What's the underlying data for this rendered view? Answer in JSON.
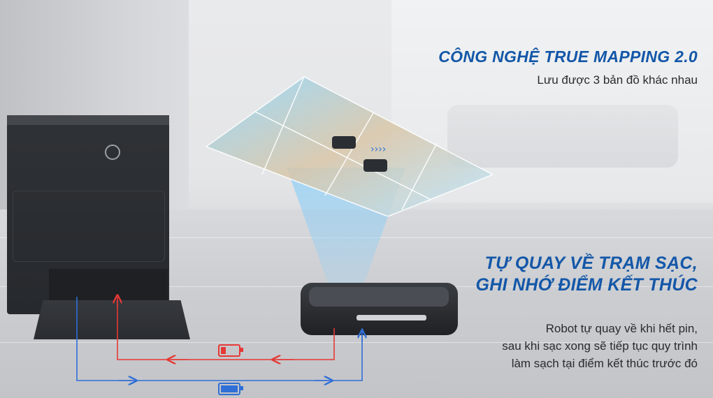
{
  "feature_1": {
    "title": "CÔNG NGHỆ TRUE MAPPING 2.0",
    "subtitle": "Lưu được 3 bản đồ khác nhau"
  },
  "feature_2": {
    "title_line_1": "TỰ QUAY VỀ TRẠM SẠC,",
    "title_line_2": "GHI NHỚ ĐIỂM KẾT THÚC",
    "desc_line_1": "Robot tự quay về khi hết pin,",
    "desc_line_2": "sau khi sạc xong sẽ tiếp tục quy trình",
    "desc_line_3": "làm sạch tại điểm kết thúc trước đó"
  },
  "colors": {
    "heading": "#1357a8",
    "return_path": "#e53935",
    "resume_path": "#2f6fd6",
    "map_glow": "#6ec8ff"
  },
  "icons": {
    "low_battery": "battery-low-icon",
    "full_battery": "battery-full-icon"
  }
}
